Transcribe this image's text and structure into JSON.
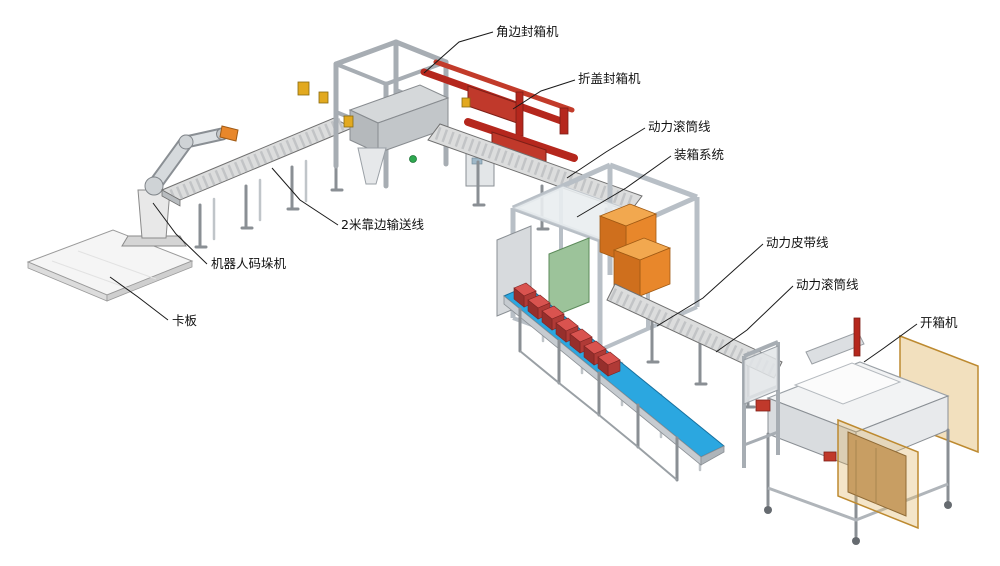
{
  "labels": {
    "corner_sealer": "角边封箱机",
    "flap_sealer": "折盖封箱机",
    "power_roller_line_1": "动力滚筒线",
    "packing_system": "装箱系统",
    "power_belt_line": "动力皮带线",
    "power_roller_line_2": "动力滚筒线",
    "case_erector": "开箱机",
    "edge_conveyor_2m": "2米靠边输送线",
    "robot_palletizer": "机器人码垛机",
    "pallet": "卡板"
  },
  "colors": {
    "machine_red": "#b5271d",
    "carton_red": "#c0392b",
    "belt_blue": "#2ba7e0",
    "box_orange": "#e8872b",
    "panel_green": "#9cc39a",
    "panel_amber": "#e0b464",
    "cardboard_tan": "#c89e63",
    "frame_gray": "#c3c9cf",
    "background": "#ffffff"
  }
}
